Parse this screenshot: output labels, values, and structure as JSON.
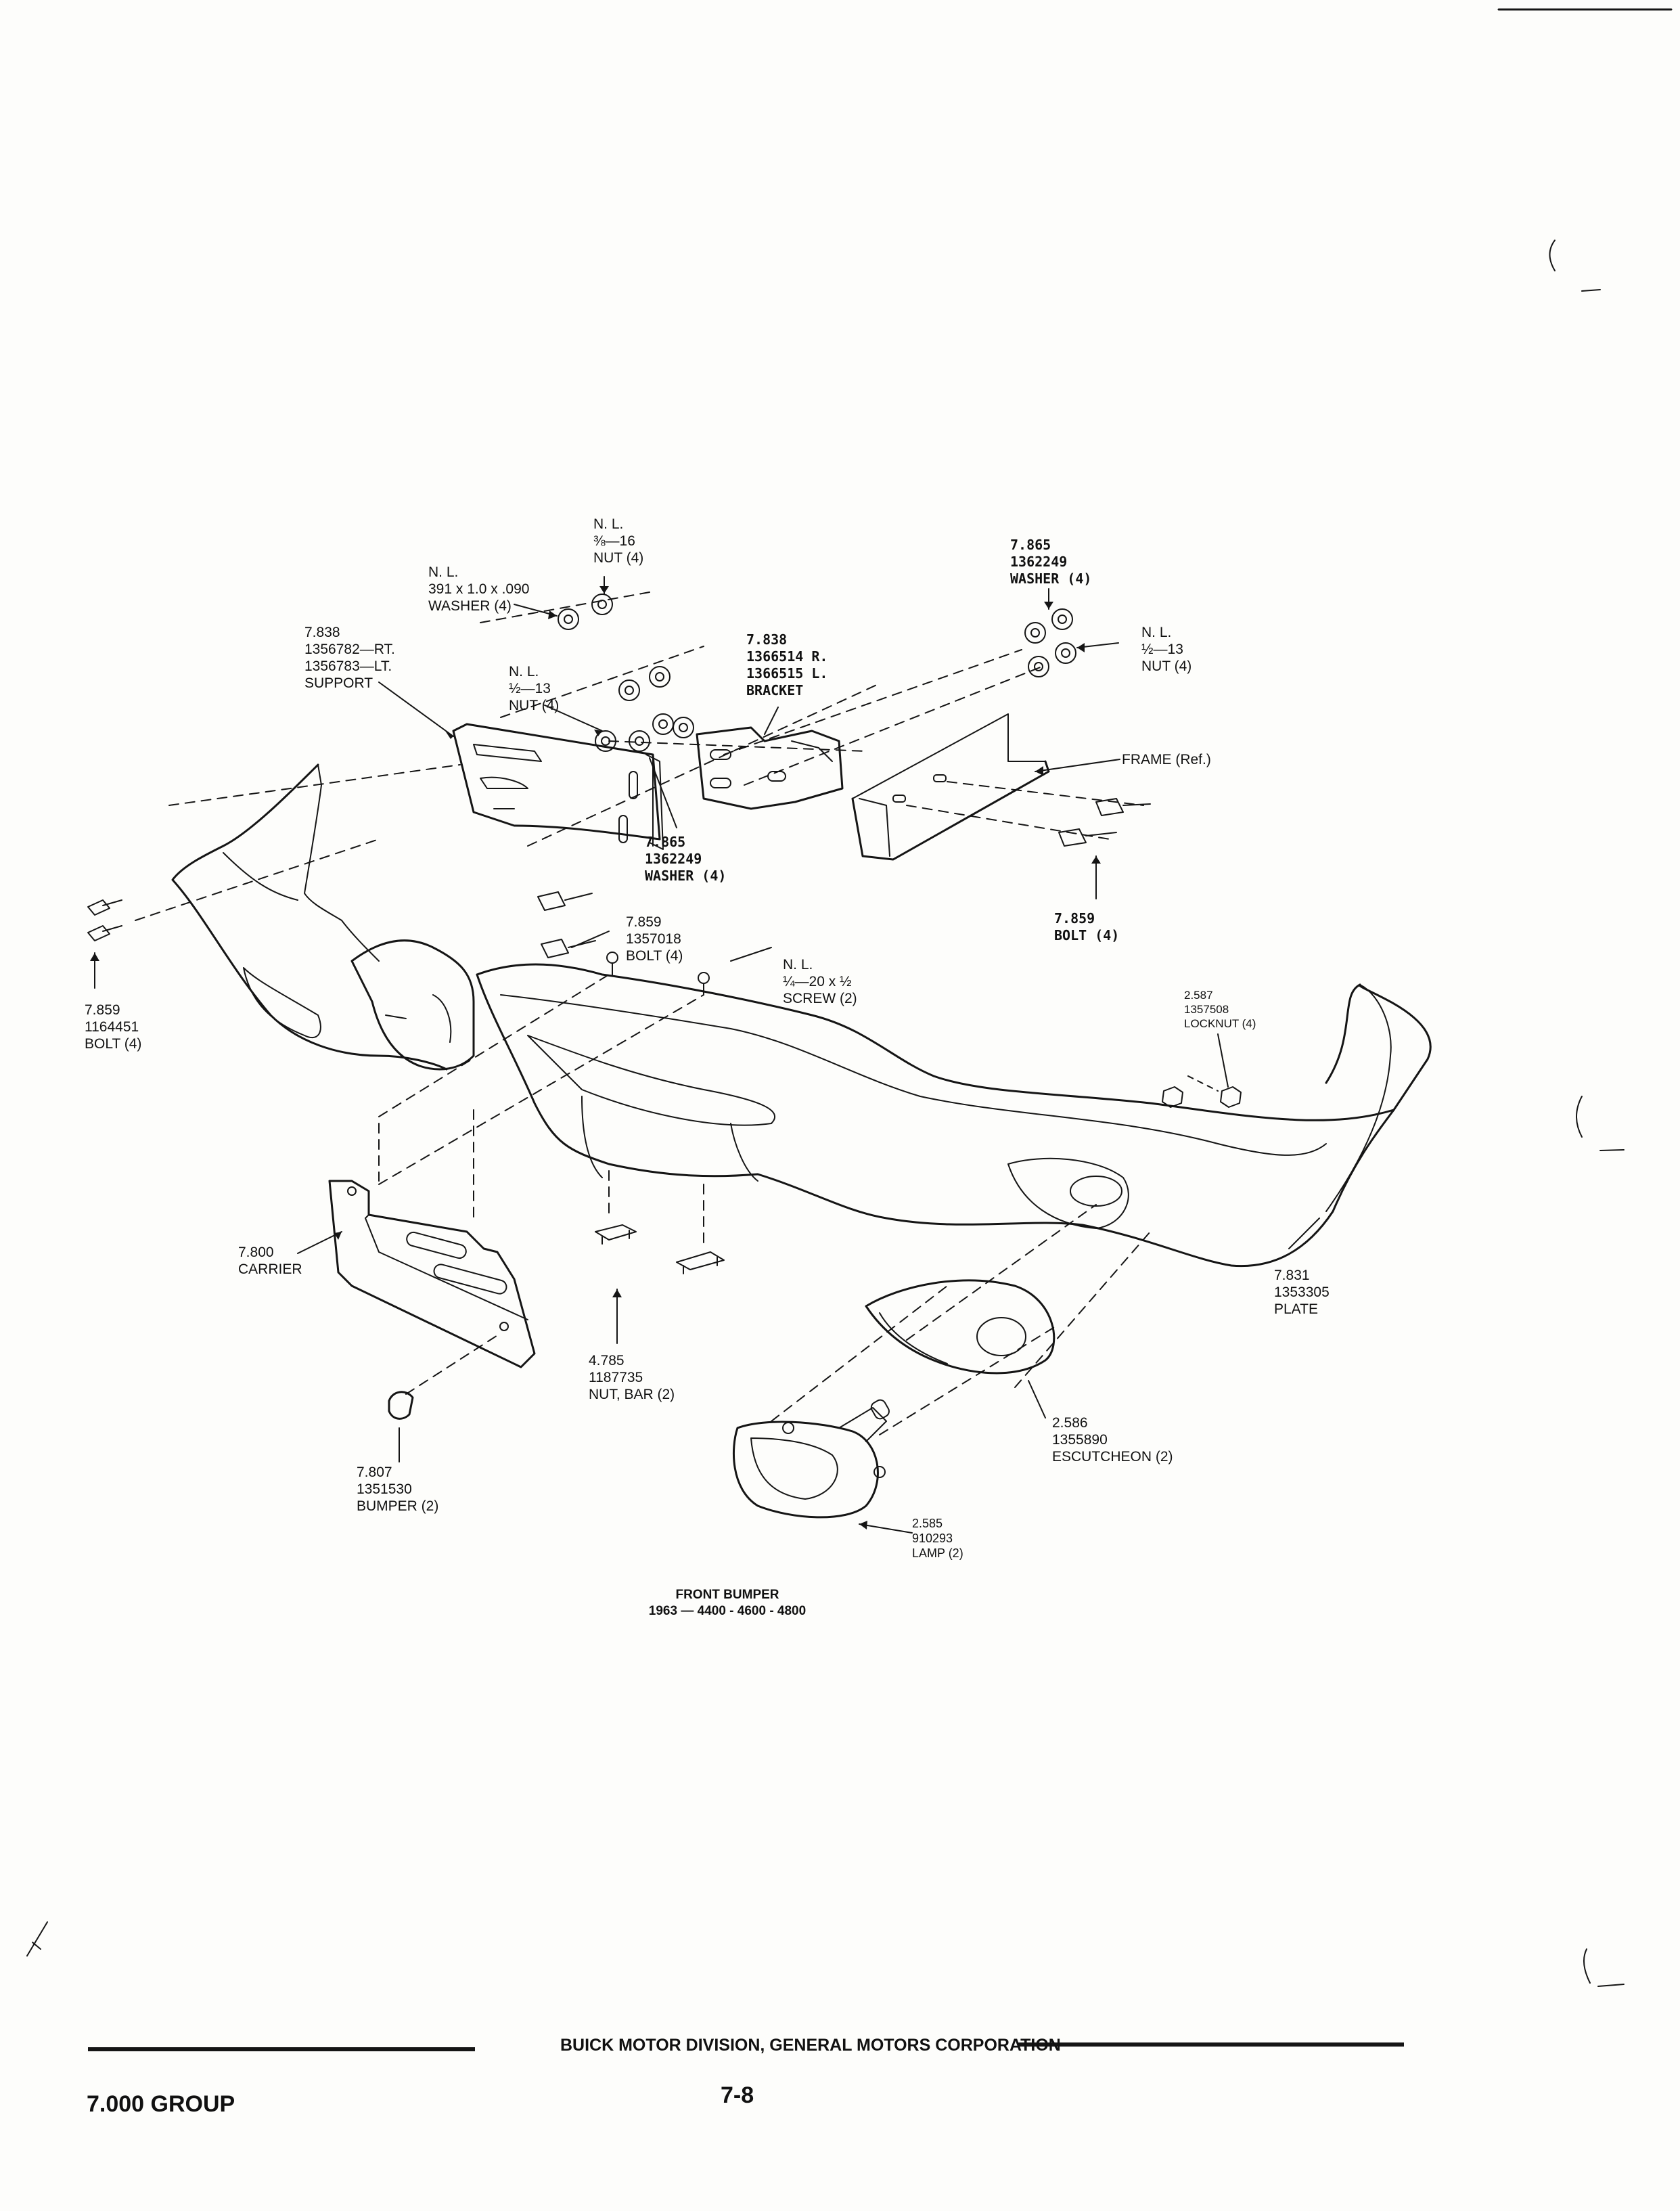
{
  "labels": {
    "nut_916": [
      "N. L.",
      "⅜—16",
      "NUT (4)"
    ],
    "washer_391": [
      "N. L.",
      "391 x 1.0 x .090",
      "WASHER (4)"
    ],
    "support": [
      "7.838",
      "1356782—RT.",
      "1356783—LT.",
      "SUPPORT"
    ],
    "nut_half_left": [
      "N. L.",
      "½—13",
      "NUT (4)"
    ],
    "bracket": [
      "7.838",
      "1366514 R.",
      "1366515 L.",
      "BRACKET"
    ],
    "washer_top_right": [
      "7.865",
      "1362249",
      "WASHER (4)"
    ],
    "nut_half_right": [
      "N. L.",
      "½—13",
      "NUT (4)"
    ],
    "frame": [
      "FRAME (Ref.)"
    ],
    "washer_center": [
      "7.865",
      "1362249",
      "WASHER (4)"
    ],
    "bolt_right": [
      "7.859",
      "BOLT (4)"
    ],
    "bolt_center": [
      "7.859",
      "1357018",
      "BOLT (4)"
    ],
    "screw": [
      "N. L.",
      "¼—20 x ½",
      "SCREW (2)"
    ],
    "bolt_left": [
      "7.859",
      "1164451",
      "BOLT (4)"
    ],
    "locknut": [
      "2.587",
      "1357508",
      "LOCKNUT (4)"
    ],
    "plate": [
      "7.831",
      "1353305",
      "PLATE"
    ],
    "carrier": [
      "7.800",
      "CARRIER"
    ],
    "bar_nut": [
      "4.785",
      "1187735",
      "NUT, BAR (2)"
    ],
    "escutcheon": [
      "2.586",
      "1355890",
      "ESCUTCHEON (2)"
    ],
    "bumper_pad": [
      "7.807",
      "1351530",
      "BUMPER (2)"
    ],
    "lamp": [
      "2.585",
      "910293",
      "LAMP (2)"
    ]
  },
  "caption": {
    "line1": "FRONT BUMPER",
    "line2": "1963 — 4400 - 4600 - 4800"
  },
  "footer": {
    "division": "BUICK MOTOR DIVISION, GENERAL MOTORS CORPORATION",
    "group": "7.000 GROUP",
    "page": "7-8"
  }
}
